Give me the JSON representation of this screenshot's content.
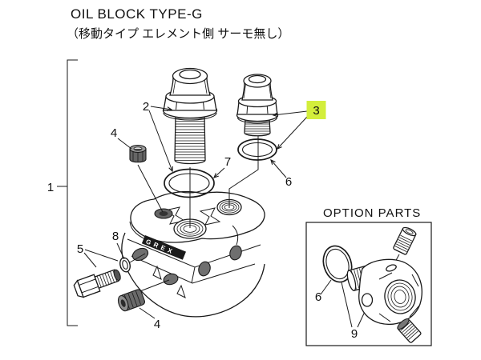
{
  "title": {
    "line1": "OIL BLOCK TYPE-G",
    "line2": "（移動タイプ エレメント側 サーモ無し）"
  },
  "diagram": {
    "option_section_title": "OPTION PARTS",
    "product_label": "GREX",
    "highlighted_callout": "3",
    "callouts": {
      "c1": "1",
      "c2": "2",
      "c3": "3",
      "c4_top": "4",
      "c4_bottom": "4",
      "c5": "5",
      "c6_main": "6",
      "c6_option": "6",
      "c7": "7",
      "c8": "8",
      "c9": "9"
    }
  },
  "colors": {
    "highlight": "#d3ee3b",
    "line": "#1a1a1a",
    "background": "#ffffff",
    "dark_part": "#666666"
  }
}
